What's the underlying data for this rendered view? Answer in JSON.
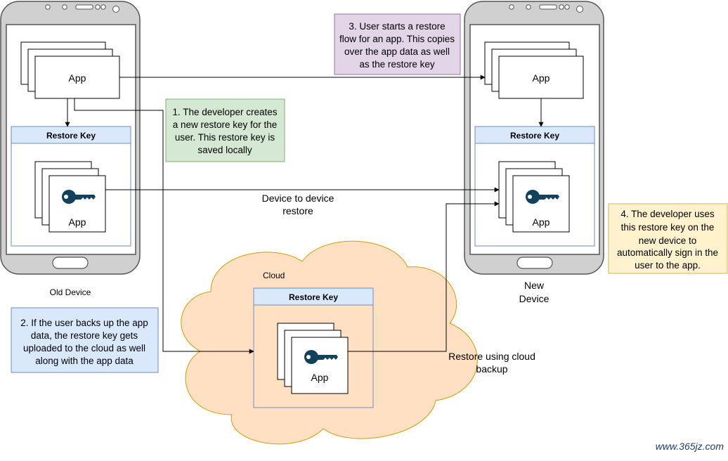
{
  "colors": {
    "phone_body": "#d0d0d0",
    "phone_stroke": "#555555",
    "header_fill": "#dae8fc",
    "header_stroke": "#6c8ebf",
    "key_color": "#11425d",
    "note_green_fill": "#d5e8d4",
    "note_green_stroke": "#82b366",
    "note_purple_fill": "#e1d5e7",
    "note_purple_stroke": "#9673a6",
    "note_blue_fill": "#dae8fc",
    "note_blue_stroke": "#6c8ebf",
    "note_yellow_fill": "#fff2cc",
    "note_yellow_stroke": "#d6b656",
    "cloud_fill": "#ffe0c2",
    "cloud_stroke": "#d79b00"
  },
  "icons": {
    "key": "key-icon",
    "phone": "smartphone-icon",
    "cloud": "cloud-icon"
  },
  "labels": {
    "old_device": "Old Device",
    "new_device_line1": "New",
    "new_device_line2": "Device",
    "cloud": "Cloud",
    "app": "App",
    "restore_key": "Restore Key",
    "device_to_device_line1": "Device to device",
    "device_to_device_line2": "restore",
    "cloud_restore_line1": "Restore using cloud",
    "cloud_restore_line2": "backup"
  },
  "notes": {
    "step1": [
      "1. The developer creates",
      "a new restore key for the",
      "user. This restore key is",
      "saved locally"
    ],
    "step2": [
      "2. If the user backs up the app",
      "data, the restore key gets",
      "uploaded to the cloud as well",
      "along with the app data"
    ],
    "step3": [
      "3. User starts a restore",
      "flow for an app. This copies",
      "over the app data as well",
      "as the restore key"
    ],
    "step4": [
      "4. The developer uses",
      "this restore key on the",
      "new device to",
      "automatically sign in the",
      "user to the app."
    ]
  },
  "watermark": "www.365jz.com"
}
